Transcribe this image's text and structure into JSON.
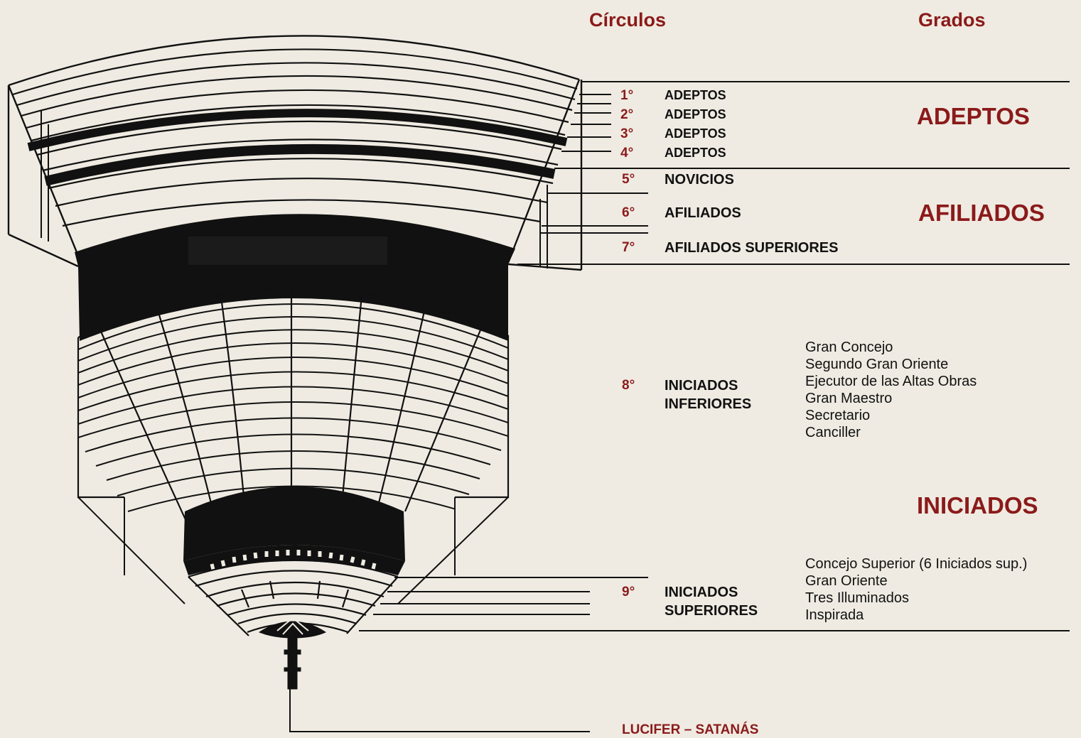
{
  "headers": {
    "circulos": "Círculos",
    "grados": "Grados"
  },
  "grados": [
    "ADEPTOS",
    "AFILIADOS",
    "INICIADOS"
  ],
  "circles": [
    {
      "num": "1°",
      "label": "ADEPTOS"
    },
    {
      "num": "2°",
      "label": "ADEPTOS"
    },
    {
      "num": "3°",
      "label": "ADEPTOS"
    },
    {
      "num": "4°",
      "label": "ADEPTOS"
    },
    {
      "num": "5°",
      "label": "NOVICIOS"
    },
    {
      "num": "6°",
      "label": "AFILIADOS"
    },
    {
      "num": "7°",
      "label": "AFILIADOS SUPERIORES"
    },
    {
      "num": "8°",
      "label_line1": "INICIADOS",
      "label_line2": "INFERIORES",
      "sub": [
        "Gran Concejo",
        "Segundo Gran Oriente",
        "Ejecutor de las Altas Obras",
        "Gran Maestro",
        "Secretario",
        "Canciller"
      ]
    },
    {
      "num": "9°",
      "label_line1": "INICIADOS",
      "label_line2": "SUPERIORES",
      "sub": [
        "Concejo Superior (6 Iniciados sup.)",
        "Gran Oriente",
        "Tres Illuminados",
        "Inspirada"
      ]
    }
  ],
  "bottom": "LUCIFER – SATANÁS",
  "colors": {
    "accent": "#8b1a1a",
    "ink": "#111111",
    "background": "#efebe2"
  }
}
